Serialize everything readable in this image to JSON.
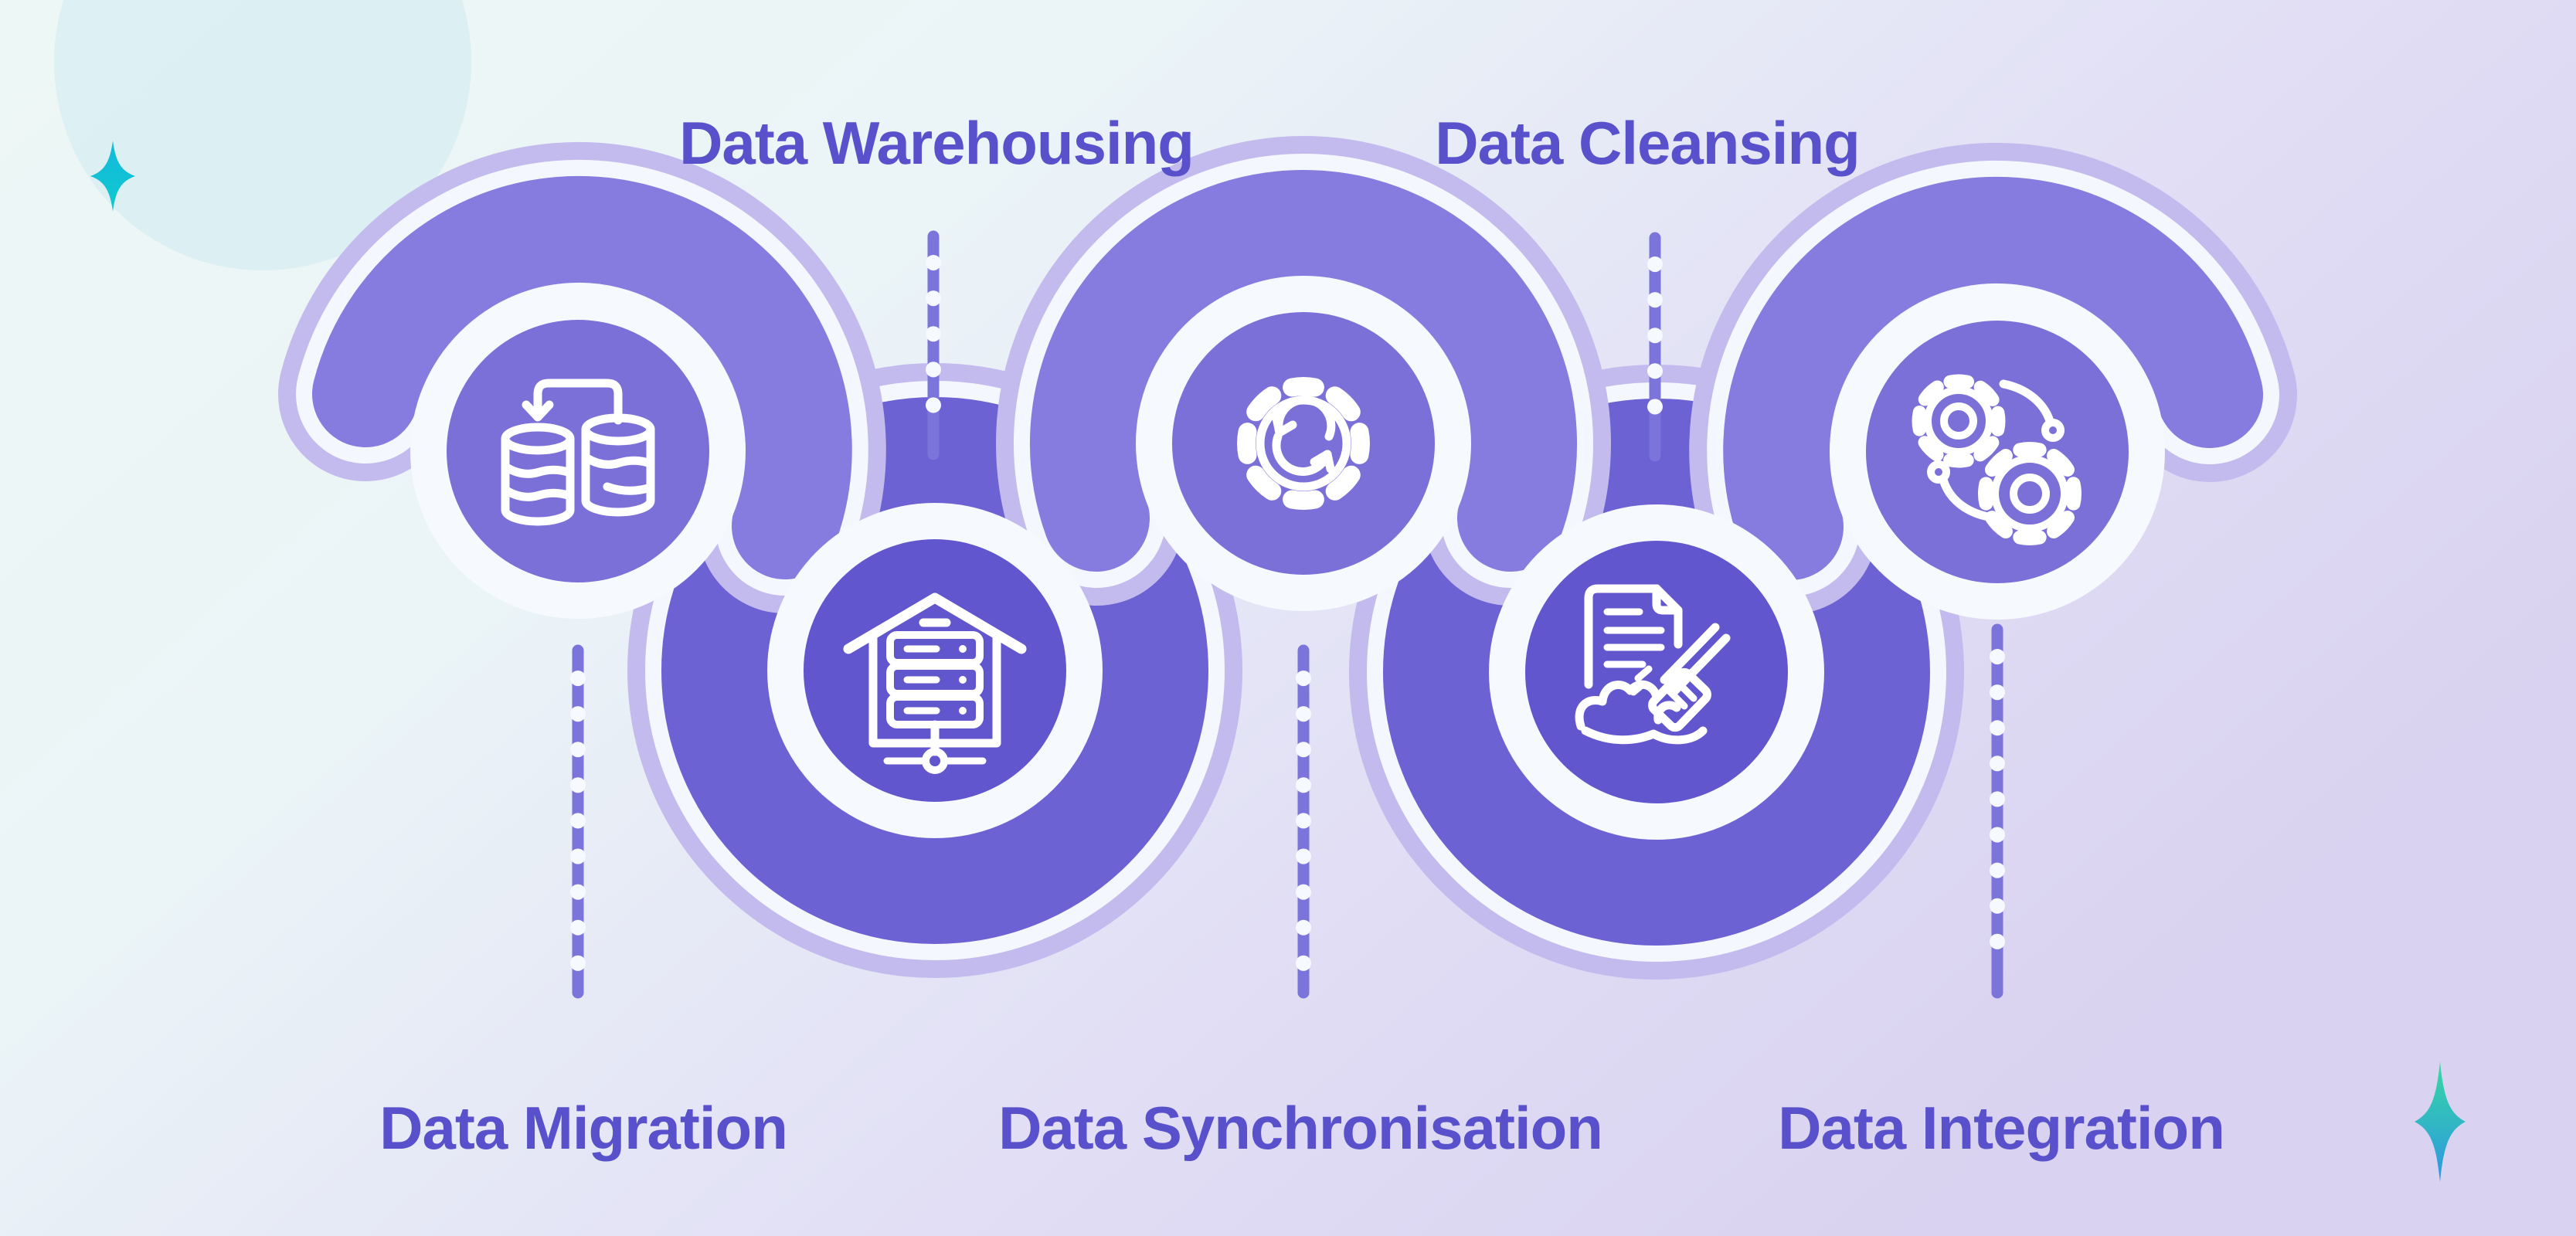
{
  "title": "Data management serpentine infographic",
  "palette": {
    "c-bg-left": "#EDF7F5",
    "c-bg-right": "#D9D2F0",
    "c-band-light": "#867CDF",
    "c-band-dark": "#6C62D3",
    "c-band-edge": "#C3BBEE",
    "c-band-white": "#F4F7FD",
    "c-node-crest": "#7B70D8",
    "c-node-valley": "#6156CE",
    "c-label": "#5851CB",
    "c-dash": "#7B74DB",
    "c-icon": "#FFFFFF",
    "c-spark-teal": "#14B9DC",
    "c-spark-green": "#35D9A2",
    "c-spark-blue": "#2E96E4"
  },
  "steps": [
    {
      "label": "Data Migration",
      "label_position": "bottom",
      "icon": "database-migration-icon",
      "node_style": "crest"
    },
    {
      "label": "Data Warehousing",
      "label_position": "top",
      "icon": "warehouse-server-icon",
      "node_style": "valley"
    },
    {
      "label": "Data Synchronisation",
      "label_position": "bottom",
      "icon": "sync-gear-icon",
      "node_style": "crest"
    },
    {
      "label": "Data Cleansing",
      "label_position": "top",
      "icon": "document-cleaning-icon",
      "node_style": "valley"
    },
    {
      "label": "Data Integration",
      "label_position": "bottom",
      "icon": "integration-gears-icon",
      "node_style": "crest"
    }
  ],
  "decorations": {
    "sparkle_top_left": "four-point-sparkle",
    "sparkle_bottom_right": "four-point-sparkle",
    "circle_top_left": "pale-circle"
  }
}
